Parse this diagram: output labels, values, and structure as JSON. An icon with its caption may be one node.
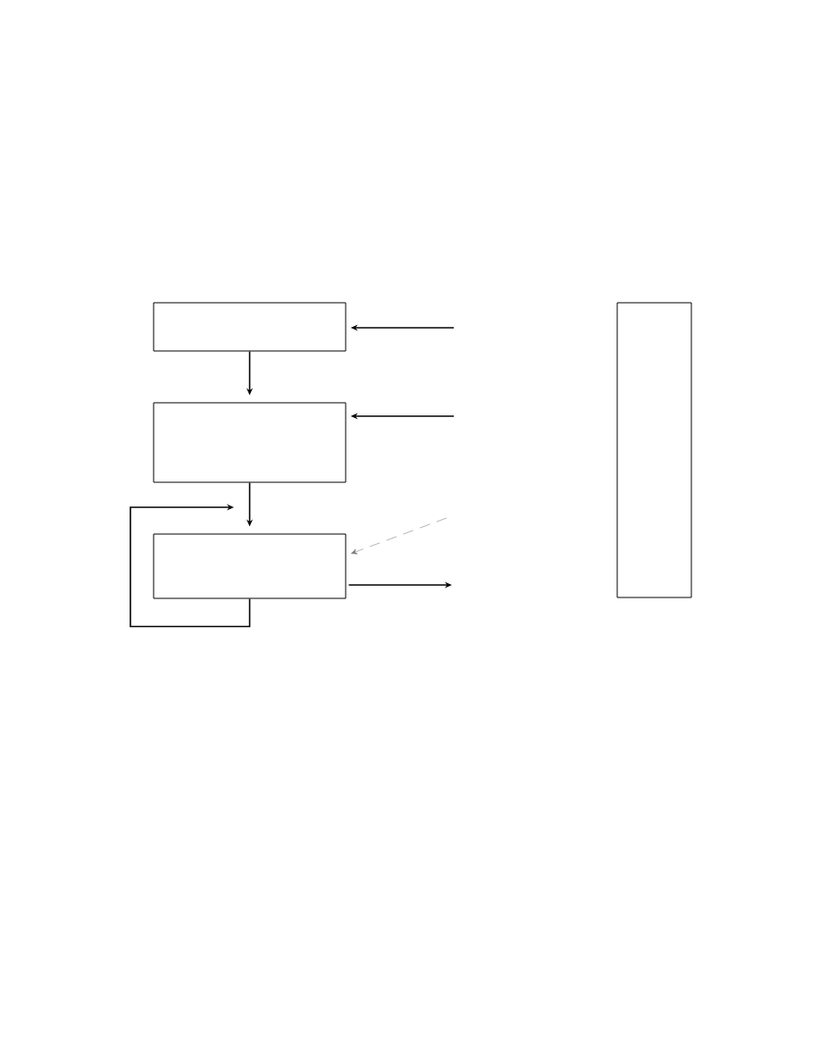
{
  "diagram": {
    "nodes": [
      {
        "text": [],
        "shape": "box"
      },
      {
        "text": [],
        "shape": "box"
      },
      {
        "text": [],
        "shape": "box"
      },
      {
        "text": [],
        "shape": "box"
      }
    ],
    "edges": [
      {
        "from": 0,
        "to": 1,
        "arrow": "to"
      },
      {
        "from": 1,
        "to": 2,
        "arrow": "to"
      },
      {
        "from": null,
        "to": 0,
        "arrow": "to"
      },
      {
        "from": null,
        "to": 1,
        "arrow": "to"
      },
      {
        "from": null,
        "to": 2,
        "arrow": "to",
        "style": "dashed",
        "color": "#808080"
      },
      {
        "from": 2,
        "to": null,
        "arrow": "to"
      },
      {
        "from": 2,
        "to": null,
        "arrow": "to"
      }
    ]
  }
}
